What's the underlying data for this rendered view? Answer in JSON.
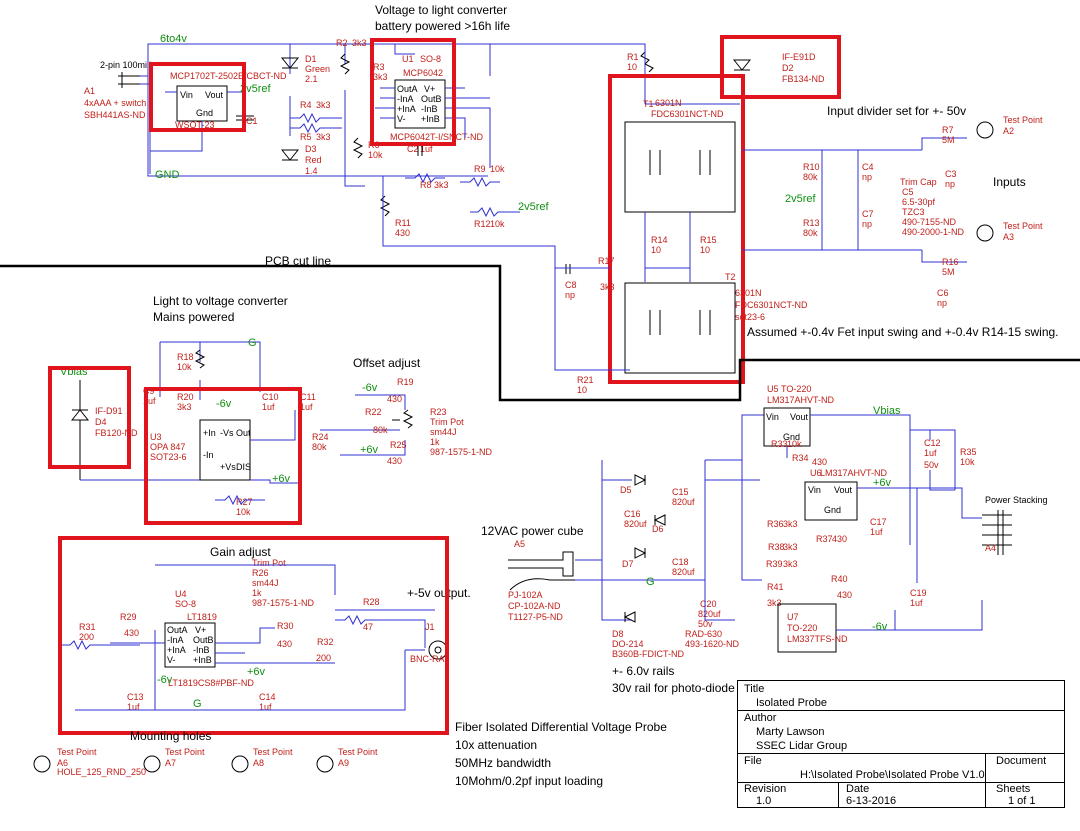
{
  "headings": {
    "v2l_title": "Voltage to light converter",
    "v2l_sub": "battery powered >16h life",
    "l2v_title": "Light to voltage converter",
    "l2v_sub": "Mains powered",
    "offset": "Offset adjust",
    "gain": "Gain adjust",
    "input_div": "Input divider set for +- 50v",
    "inputs": "Inputs",
    "assumed": "Assumed +-0.4v Fet input swing and +-0.4v R14-15 swing.",
    "pcb_cut": "PCB cut line",
    "ac_cube": "12VAC power cube",
    "output": "+-5v output.",
    "mounting": "Mounting holes",
    "rails1": "+- 6.0v rails",
    "rails2": "30v rail for photo-diode",
    "desc1": "Fiber Isolated Differential Voltage Probe",
    "desc2": "10x attenuation",
    "desc3": "50MHz bandwidth",
    "desc4": "10Mohm/0.2pf input loading"
  },
  "nets": {
    "n6to4v": "6to4v",
    "gnd": "GND",
    "v2v5ref_a": "2v5ref",
    "v2v5ref_b": "2v5ref",
    "v2v5ref_c": "2v5ref",
    "vbias_a": "Vbias",
    "vbias_b": "Vbias",
    "g_a": "G",
    "g_b": "G",
    "g_c": "G",
    "m6v_a": "-6v",
    "m6v_b": "-6v",
    "m6v_c": "-6v",
    "m6v_d": "-6v",
    "p6v_a": "+6v",
    "p6v_b": "+6v",
    "p6v_c": "+6v",
    "p6v_d": "+6v"
  },
  "components": {
    "a1": [
      "2-pin 100mill",
      "A1",
      "4xAAA + switch",
      "SBH441AS-ND"
    ],
    "u2": [
      "MCP1702T-2502E/CBCT-ND",
      "WSOT-23",
      "Vin",
      "Vout",
      "Gnd"
    ],
    "d1": [
      "D1",
      "Green",
      "2.1"
    ],
    "d3": [
      "D3",
      "Red",
      "1.4"
    ],
    "r2": [
      "R2",
      "3k3"
    ],
    "r3": [
      "R3",
      "3k3"
    ],
    "r4": [
      "R4",
      "3k3"
    ],
    "r5": [
      "R5",
      "3k3"
    ],
    "r6": [
      "R6",
      "10k"
    ],
    "c1": [
      "C1"
    ],
    "c2": [
      "C2",
      "1uf"
    ],
    "u1": [
      "U1",
      "SO-8",
      "MCP6042",
      "MCP6042T-I/SNCT-ND",
      "OutA",
      "-InA",
      "+InA",
      "V-",
      "V+",
      "OutB",
      "-InB",
      "+InB"
    ],
    "r8": [
      "R8",
      "3k3"
    ],
    "r9": [
      "R9",
      "10k"
    ],
    "r11": [
      "R11",
      "430"
    ],
    "r12": [
      "R12",
      "10k"
    ],
    "r1": [
      "R1",
      "10"
    ],
    "d2": [
      "IF-E91D",
      "D2",
      "FB134-ND"
    ],
    "t1": [
      "T1",
      "6301N",
      "FDC6301NCT-ND"
    ],
    "t2": [
      "T2",
      "6301N",
      "FDC6301NCT-ND",
      "sot23-6"
    ],
    "r14": [
      "R14",
      "10"
    ],
    "r15": [
      "R15",
      "10"
    ],
    "c8": [
      "C8",
      "np"
    ],
    "r17": [
      "R17",
      "3k3"
    ],
    "r21": [
      "R21",
      "10"
    ],
    "r10": [
      "R10",
      "80k"
    ],
    "r13": [
      "R13",
      "80k"
    ],
    "c4": [
      "C4",
      "np"
    ],
    "c7": [
      "C7",
      "np"
    ],
    "r7": [
      "R7",
      "5M"
    ],
    "c3": [
      "C3",
      "np"
    ],
    "c5": [
      "Trim Cap",
      "C5",
      "6.5-30pf",
      "TZC3",
      "490-7155-ND",
      "490-2000-1-ND"
    ],
    "r16": [
      "R16",
      "5M"
    ],
    "c6": [
      "C6",
      "np"
    ],
    "a2": [
      "Test Point",
      "A2"
    ],
    "a3": [
      "Test Point",
      "A3"
    ],
    "d4": [
      "IF-D91",
      "D4",
      "FB120-ND"
    ],
    "r18": [
      "R18",
      "10k"
    ],
    "c9": [
      "C9",
      "1uf"
    ],
    "r20": [
      "R20",
      "3k3"
    ],
    "c10": [
      "C10",
      "1uf"
    ],
    "c11": [
      "C11",
      "1uf"
    ],
    "u3": [
      "U3",
      "OPA 847",
      "SOT23-6",
      "-In",
      "+In",
      "-Vs",
      "Out",
      "+Vs",
      "DIS"
    ],
    "r27": [
      "R27",
      "10k"
    ],
    "r19": [
      "R19",
      "430"
    ],
    "r22": [
      "R22",
      "80k"
    ],
    "r23": [
      "R23",
      "Trim Pot",
      "sm44J",
      "1k",
      "987-1575-1-ND"
    ],
    "r24": [
      "R24",
      "80k"
    ],
    "r25": [
      "R25",
      "430"
    ],
    "r26": [
      "Trim Pot",
      "R26",
      "sm44J",
      "1k",
      "987-1575-1-ND"
    ],
    "u4": [
      "U4",
      "SO-8",
      "LT1819",
      "LT1819CS8#PBF-ND",
      "OutA",
      "-InA",
      "+InA",
      "V-",
      "V+",
      "OutB",
      "-InB",
      "+InB"
    ],
    "r29": [
      "R29",
      "430"
    ],
    "r31": [
      "R31",
      "200"
    ],
    "r30": [
      "R30",
      "430"
    ],
    "r32": [
      "R32",
      "200"
    ],
    "r28": [
      "R28",
      "47"
    ],
    "j1": [
      "J1",
      "BNC-RA"
    ],
    "c13": [
      "C13",
      "1uf"
    ],
    "c14": [
      "C14",
      "1uf"
    ],
    "a5": [
      "A5",
      "PJ-102A",
      "CP-102A-ND",
      "T1127-P5-ND"
    ],
    "d5": [
      "D5"
    ],
    "d6": [
      "D6"
    ],
    "d7": [
      "D7"
    ],
    "d8": [
      "D8",
      "DO-214",
      "B360B-FDICT-ND"
    ],
    "c15": [
      "C15",
      "820uf"
    ],
    "c16": [
      "C16",
      "820uf"
    ],
    "c18": [
      "C18",
      "820uf"
    ],
    "c20": [
      "C20",
      "820uf",
      "50v",
      "RAD-630",
      "493-1620-ND"
    ],
    "u5": [
      "U5",
      "TO-220",
      "LM317AHVT-ND",
      "Vin",
      "Vout",
      "Gnd"
    ],
    "u6": [
      "U6",
      "LM317AHVT-ND",
      "Vin",
      "Vout",
      "Gnd"
    ],
    "u7": [
      "U7",
      "TO-220",
      "LM337TFS-ND"
    ],
    "r33": [
      "R33",
      "10k"
    ],
    "r34": [
      "R34",
      "430"
    ],
    "r35": [
      "R35",
      "10k"
    ],
    "c12": [
      "C12",
      "1uf",
      "50v"
    ],
    "r36": [
      "R36",
      "3k3"
    ],
    "r37": [
      "R37",
      "430"
    ],
    "r38": [
      "R38",
      "3k3"
    ],
    "r39": [
      "R39",
      "3k3"
    ],
    "r40": [
      "R40",
      "430"
    ],
    "r41": [
      "R41",
      "3k3"
    ],
    "c17": [
      "C17",
      "1uf"
    ],
    "c19": [
      "C19",
      "1uf"
    ],
    "a4": [
      "Power Stacking",
      "A4"
    ],
    "a6": [
      "Test Point",
      "A6",
      "HOLE_125_RND_250"
    ],
    "a7": [
      "Test Point",
      "A7"
    ],
    "a8": [
      "Test Point",
      "A8"
    ],
    "a9": [
      "Test Point",
      "A9"
    ]
  },
  "title_block": {
    "title_label": "Title",
    "title": "Isolated Probe",
    "author_label": "Author",
    "author": "Marty Lawson",
    "group": "SSEC Lidar Group",
    "file_label": "File",
    "document_label": "Document",
    "file": "H:\\Isolated Probe\\Isolated Probe V1.0",
    "revision_label": "Revision",
    "date_label": "Date",
    "sheets_label": "Sheets",
    "revision": "1.0",
    "date": "6-13-2016",
    "sheets": "1 of 1"
  }
}
